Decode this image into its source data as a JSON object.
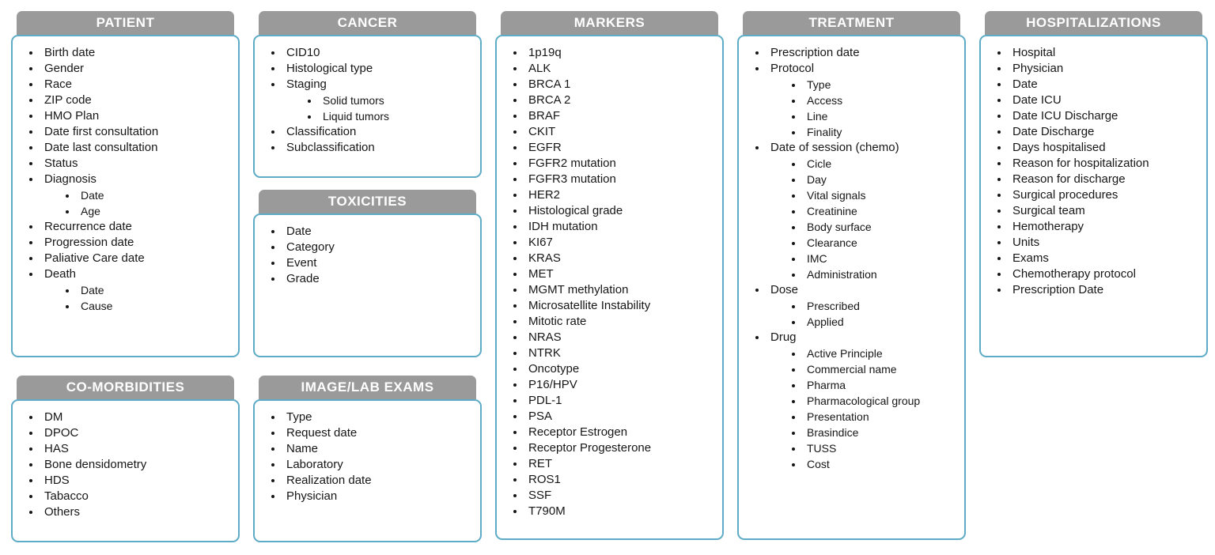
{
  "colors": {
    "header_bg": "#9a9a9a",
    "header_text": "#ffffff",
    "box_border": "#5eabc6"
  },
  "panels": {
    "patient": {
      "title": "PATIENT",
      "items": [
        {
          "label": "Birth date"
        },
        {
          "label": "Gender"
        },
        {
          "label": "Race"
        },
        {
          "label": "ZIP code"
        },
        {
          "label": "HMO Plan"
        },
        {
          "label": "Date first consultation"
        },
        {
          "label": "Date last consultation"
        },
        {
          "label": "Status"
        },
        {
          "label": "Diagnosis",
          "children": [
            {
              "label": "Date"
            },
            {
              "label": "Age"
            }
          ]
        },
        {
          "label": "Recurrence date"
        },
        {
          "label": "Progression date"
        },
        {
          "label": "Paliative Care date"
        },
        {
          "label": "Death",
          "children": [
            {
              "label": "Date"
            },
            {
              "label": "Cause"
            }
          ]
        }
      ]
    },
    "comorbidities": {
      "title": "CO-MORBIDITIES",
      "items": [
        {
          "label": "DM"
        },
        {
          "label": "DPOC"
        },
        {
          "label": "HAS"
        },
        {
          "label": "Bone densidometry"
        },
        {
          "label": "HDS"
        },
        {
          "label": "Tabacco"
        },
        {
          "label": "Others"
        }
      ]
    },
    "cancer": {
      "title": "CANCER",
      "items": [
        {
          "label": "CID10"
        },
        {
          "label": "Histological type"
        },
        {
          "label": "Staging",
          "children": [
            {
              "label": "Solid tumors"
            },
            {
              "label": "Liquid tumors"
            }
          ]
        },
        {
          "label": "Classification"
        },
        {
          "label": "Subclassification"
        }
      ]
    },
    "toxicities": {
      "title": "TOXICITIES",
      "items": [
        {
          "label": "Date"
        },
        {
          "label": "Category"
        },
        {
          "label": "Event"
        },
        {
          "label": "Grade"
        }
      ]
    },
    "image_lab_exams": {
      "title": "IMAGE/LAB EXAMS",
      "items": [
        {
          "label": "Type"
        },
        {
          "label": "Request date"
        },
        {
          "label": "Name"
        },
        {
          "label": "Laboratory"
        },
        {
          "label": "Realization date"
        },
        {
          "label": "Physician"
        }
      ]
    },
    "markers": {
      "title": "MARKERS",
      "items": [
        {
          "label": "1p19q"
        },
        {
          "label": "ALK"
        },
        {
          "label": "BRCA 1"
        },
        {
          "label": "BRCA 2"
        },
        {
          "label": "BRAF"
        },
        {
          "label": "CKIT"
        },
        {
          "label": "EGFR"
        },
        {
          "label": "FGFR2 mutation"
        },
        {
          "label": "FGFR3 mutation"
        },
        {
          "label": "HER2"
        },
        {
          "label": "Histological grade"
        },
        {
          "label": "IDH mutation"
        },
        {
          "label": "KI67"
        },
        {
          "label": "KRAS"
        },
        {
          "label": "MET"
        },
        {
          "label": "MGMT methylation"
        },
        {
          "label": "Microsatellite Instability"
        },
        {
          "label": "Mitotic rate"
        },
        {
          "label": "NRAS"
        },
        {
          "label": "NTRK"
        },
        {
          "label": "Oncotype"
        },
        {
          "label": "P16/HPV"
        },
        {
          "label": "PDL-1"
        },
        {
          "label": "PSA"
        },
        {
          "label": "Receptor Estrogen"
        },
        {
          "label": "Receptor Progesterone"
        },
        {
          "label": "RET"
        },
        {
          "label": "ROS1"
        },
        {
          "label": "SSF"
        },
        {
          "label": "T790M"
        }
      ]
    },
    "treatment": {
      "title": "TREATMENT",
      "items": [
        {
          "label": "Prescription date"
        },
        {
          "label": "Protocol",
          "children": [
            {
              "label": "Type"
            },
            {
              "label": "Access"
            },
            {
              "label": "Line"
            },
            {
              "label": "Finality"
            }
          ]
        },
        {
          "label": "Date of session (chemo)",
          "children": [
            {
              "label": "Cicle"
            },
            {
              "label": "Day"
            },
            {
              "label": "Vital signals"
            },
            {
              "label": "Creatinine"
            },
            {
              "label": "Body surface"
            },
            {
              "label": "Clearance"
            },
            {
              "label": "IMC"
            },
            {
              "label": "Administration"
            }
          ]
        },
        {
          "label": "Dose",
          "children": [
            {
              "label": "Prescribed"
            },
            {
              "label": "Applied"
            }
          ]
        },
        {
          "label": "Drug",
          "children": [
            {
              "label": "Active Principle"
            },
            {
              "label": "Commercial name"
            },
            {
              "label": "Pharma"
            },
            {
              "label": "Pharmacological group"
            },
            {
              "label": "Presentation"
            },
            {
              "label": "Brasindice"
            },
            {
              "label": "TUSS"
            },
            {
              "label": "Cost"
            }
          ]
        }
      ]
    },
    "hospitalizations": {
      "title": "HOSPITALIZATIONS",
      "items": [
        {
          "label": "Hospital"
        },
        {
          "label": "Physician"
        },
        {
          "label": "Date"
        },
        {
          "label": "Date ICU"
        },
        {
          "label": "Date ICU Discharge"
        },
        {
          "label": "Date Discharge"
        },
        {
          "label": "Days hospitalised"
        },
        {
          "label": "Reason for hospitalization"
        },
        {
          "label": "Reason for discharge"
        },
        {
          "label": "Surgical procedures"
        },
        {
          "label": "Surgical team"
        },
        {
          "label": "Hemotherapy"
        },
        {
          "label": "Units"
        },
        {
          "label": "Exams"
        },
        {
          "label": "Chemotherapy protocol"
        },
        {
          "label": "Prescription Date"
        }
      ]
    }
  }
}
